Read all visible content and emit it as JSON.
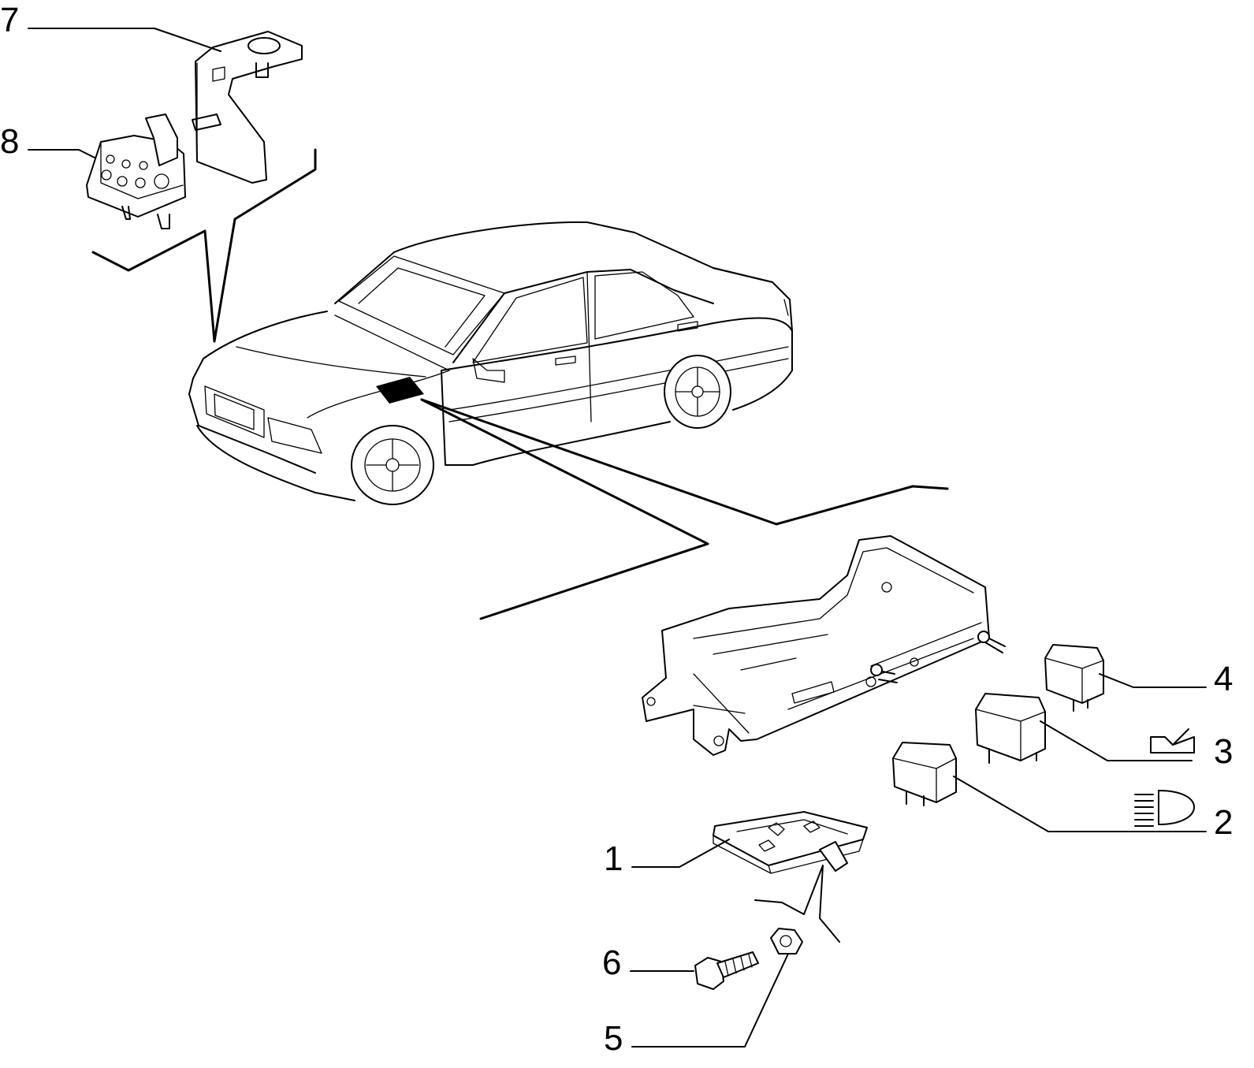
{
  "callouts": [
    {
      "id": "1",
      "label": "1"
    },
    {
      "id": "2",
      "label": "2"
    },
    {
      "id": "3",
      "label": "3"
    },
    {
      "id": "4",
      "label": "4"
    },
    {
      "id": "5",
      "label": "5"
    },
    {
      "id": "6",
      "label": "6"
    },
    {
      "id": "7",
      "label": "7"
    },
    {
      "id": "8",
      "label": "8"
    }
  ],
  "symbols": {
    "relay_2": "headlamp-high-beam-icon",
    "relay_3": "boot-lid-open-icon"
  },
  "colors": {
    "line": "#000000",
    "background": "#ffffff"
  }
}
